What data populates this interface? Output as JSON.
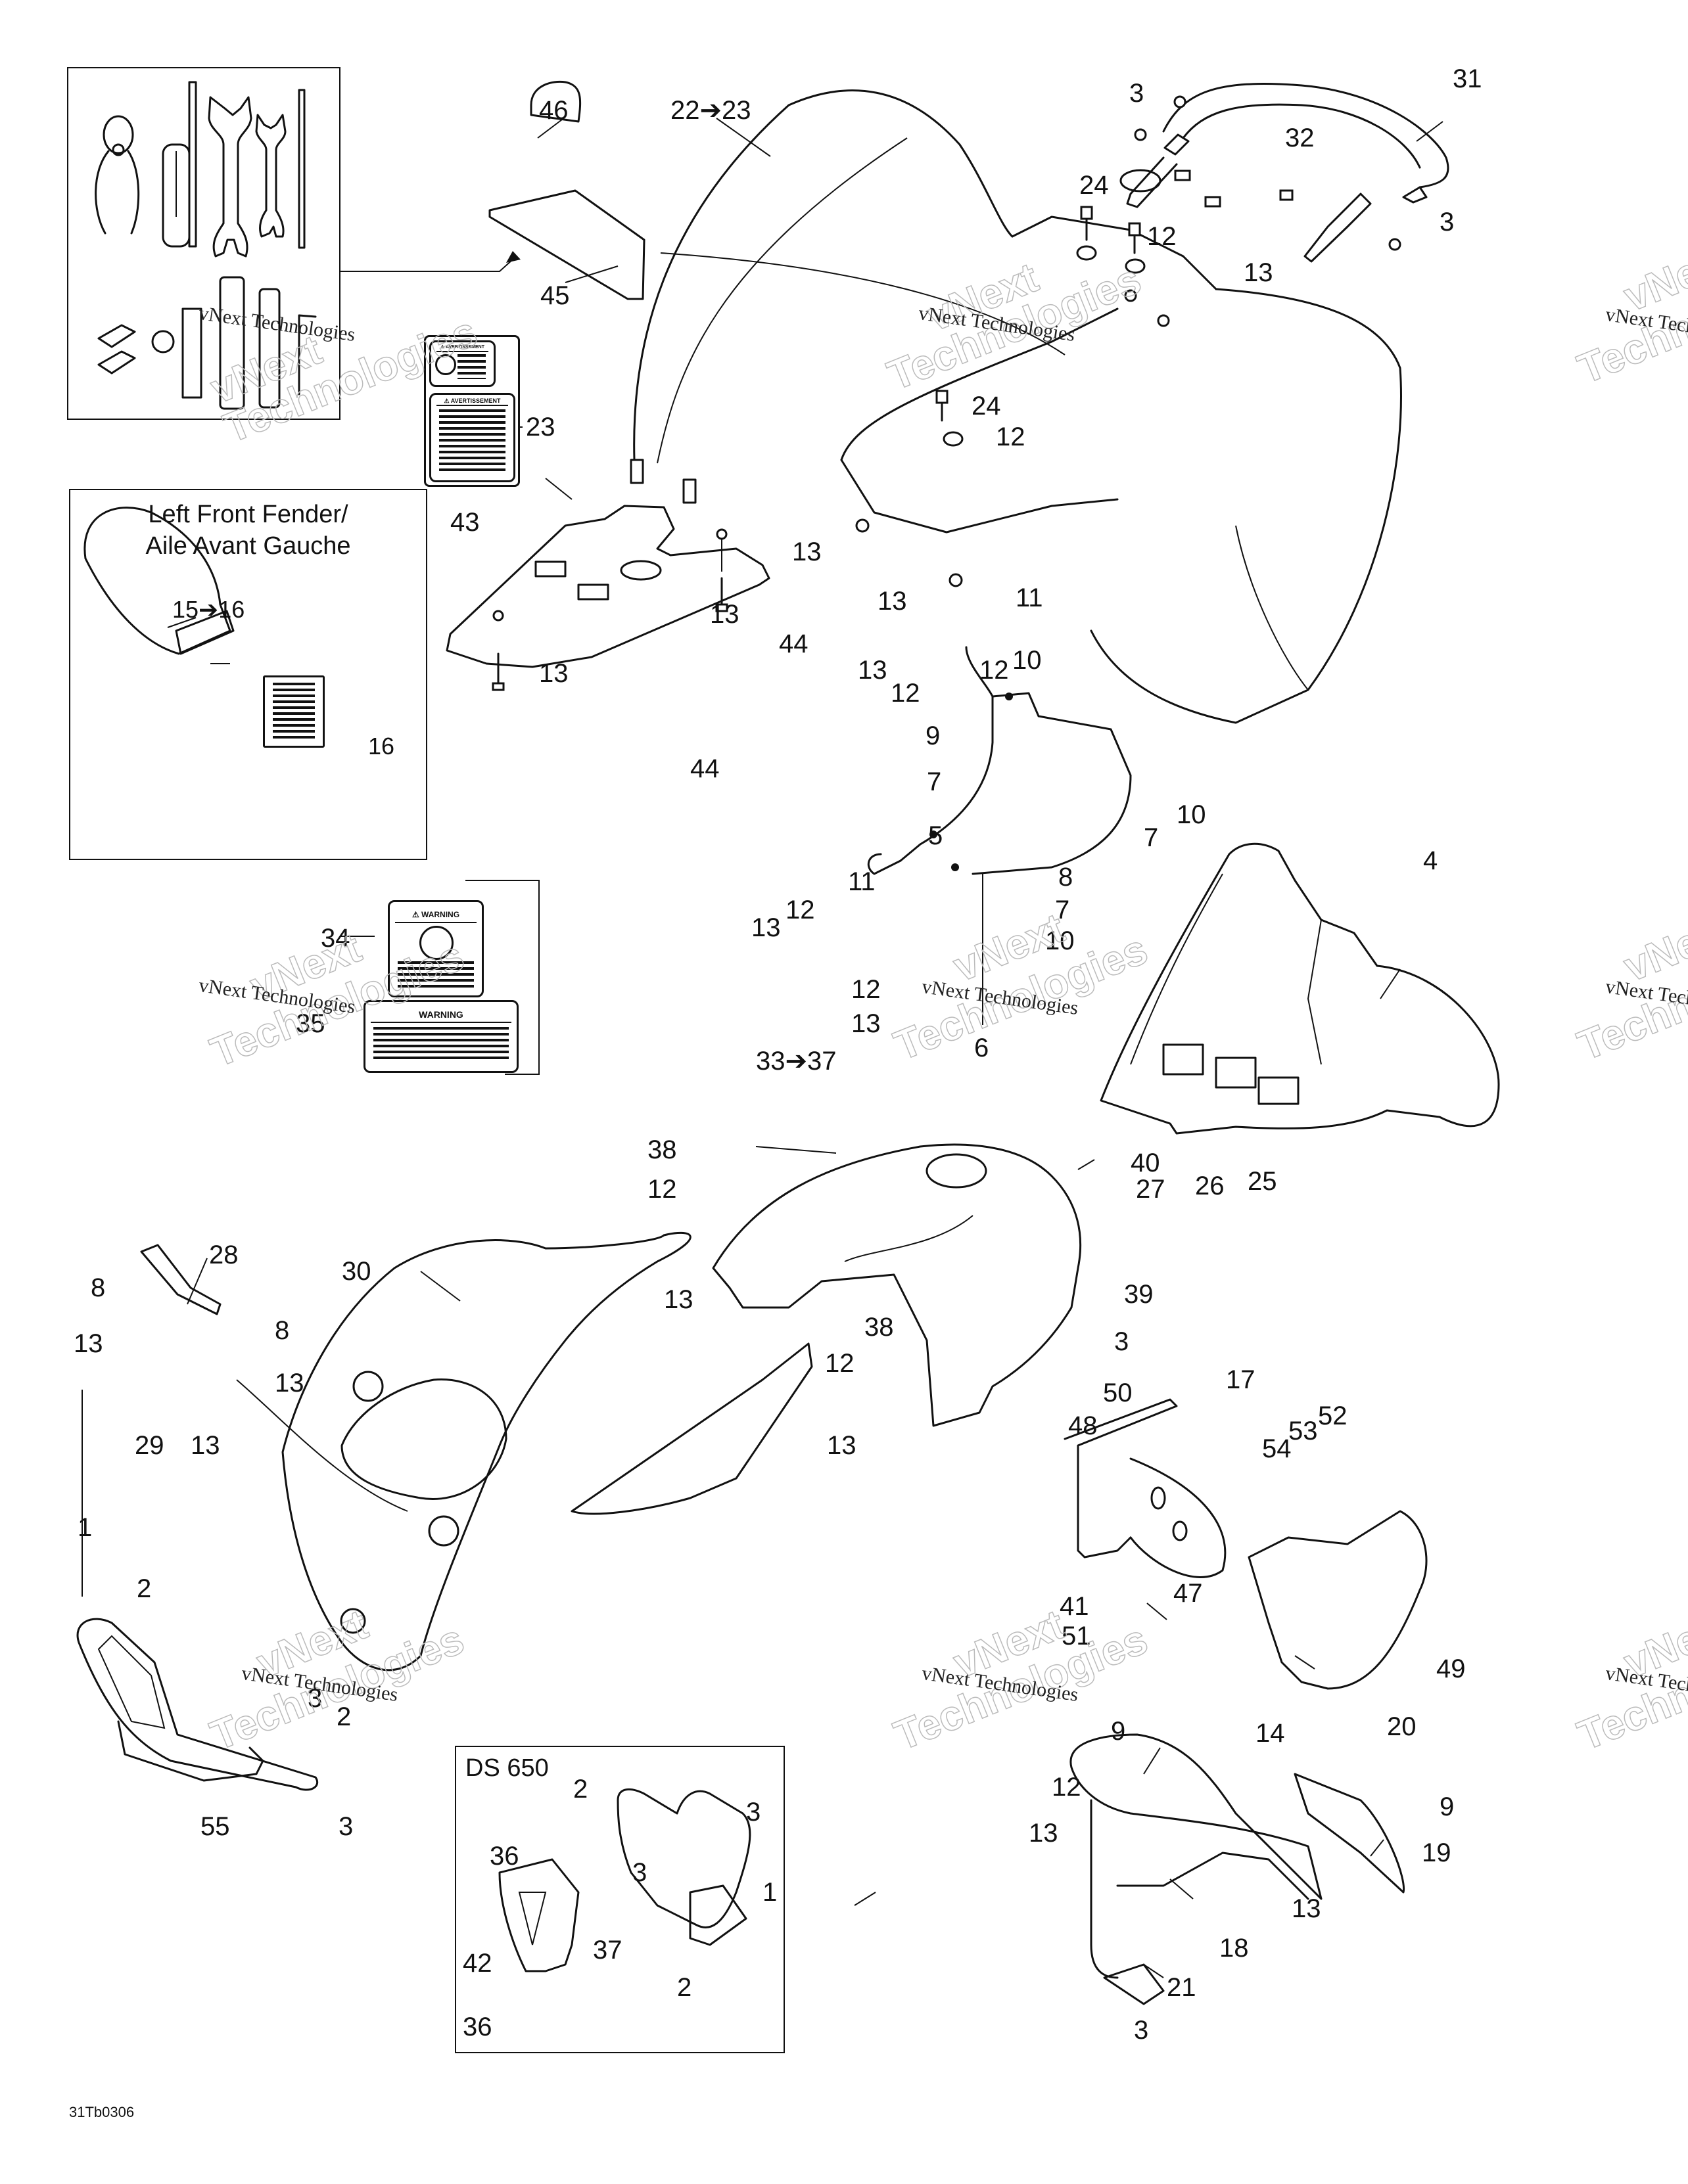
{
  "diagram": {
    "type": "exploded-parts-diagram",
    "subject": "ATV body panels, fenders, bumpers and racks",
    "figure_code": "31Tb0306",
    "watermark_small": "vNext Technologies",
    "watermark_large_1": "vNext",
    "watermark_large_2": "Technologies"
  },
  "insets": {
    "tool_kit": {
      "callouts": [
        "45",
        "46"
      ]
    },
    "left_front_fender": {
      "title_line1": "Left Front Fender/",
      "title_line2": "Aile Avant Gauche",
      "callouts": [
        "15➔16",
        "16"
      ]
    },
    "labels_34_35": {
      "callouts": [
        "34",
        "35"
      ],
      "decal_34_header": "⚠ WARNING",
      "decal_35_header": "WARNING"
    },
    "ds650": {
      "title": "DS 650",
      "callouts": [
        "2",
        "3",
        "36",
        "3",
        "1",
        "42",
        "37",
        "2",
        "36"
      ]
    }
  },
  "decal_23_header": "⚠ AVERTISSEMENT",
  "callouts": [
    {
      "id": "c46",
      "label": "46"
    },
    {
      "id": "c22",
      "label": "22➔23"
    },
    {
      "id": "c45",
      "label": "45"
    },
    {
      "id": "c23",
      "label": "23"
    },
    {
      "id": "c3a",
      "label": "3"
    },
    {
      "id": "c31",
      "label": "31"
    },
    {
      "id": "c32",
      "label": "32"
    },
    {
      "id": "c24a",
      "label": "24"
    },
    {
      "id": "c12a",
      "label": "12"
    },
    {
      "id": "c3b",
      "label": "3"
    },
    {
      "id": "c13a",
      "label": "13"
    },
    {
      "id": "c24b",
      "label": "24"
    },
    {
      "id": "c12b",
      "label": "12"
    },
    {
      "id": "c43",
      "label": "43"
    },
    {
      "id": "c13b",
      "label": "13"
    },
    {
      "id": "c13c",
      "label": "13"
    },
    {
      "id": "c13d",
      "label": "13"
    },
    {
      "id": "c13e",
      "label": "13"
    },
    {
      "id": "c44a",
      "label": "44"
    },
    {
      "id": "c44b",
      "label": "44"
    },
    {
      "id": "c11a",
      "label": "11"
    },
    {
      "id": "c13f",
      "label": "13"
    },
    {
      "id": "c12c",
      "label": "12"
    },
    {
      "id": "c10a",
      "label": "10"
    },
    {
      "id": "c12d",
      "label": "12"
    },
    {
      "id": "c9a",
      "label": "9"
    },
    {
      "id": "c7a",
      "label": "7"
    },
    {
      "id": "c10b",
      "label": "10"
    },
    {
      "id": "c7b",
      "label": "7"
    },
    {
      "id": "c5",
      "label": "5"
    },
    {
      "id": "c8a",
      "label": "8"
    },
    {
      "id": "c11b",
      "label": "11"
    },
    {
      "id": "c12e",
      "label": "12"
    },
    {
      "id": "c7c",
      "label": "7"
    },
    {
      "id": "c13g",
      "label": "13"
    },
    {
      "id": "c10c",
      "label": "10"
    },
    {
      "id": "c12f",
      "label": "12"
    },
    {
      "id": "c13h",
      "label": "13"
    },
    {
      "id": "c6",
      "label": "6"
    },
    {
      "id": "c4",
      "label": "4"
    },
    {
      "id": "c33",
      "label": "33➔37"
    },
    {
      "id": "c38a",
      "label": "38"
    },
    {
      "id": "c12g",
      "label": "12"
    },
    {
      "id": "c40",
      "label": "40"
    },
    {
      "id": "c27",
      "label": "27"
    },
    {
      "id": "c26",
      "label": "26"
    },
    {
      "id": "c25",
      "label": "25"
    },
    {
      "id": "c28",
      "label": "28"
    },
    {
      "id": "c30",
      "label": "30"
    },
    {
      "id": "c8b",
      "label": "8"
    },
    {
      "id": "c8c",
      "label": "8"
    },
    {
      "id": "c13i",
      "label": "13"
    },
    {
      "id": "c13j",
      "label": "13"
    },
    {
      "id": "c13k",
      "label": "13"
    },
    {
      "id": "c29",
      "label": "29"
    },
    {
      "id": "c13l",
      "label": "13"
    },
    {
      "id": "c38b",
      "label": "38"
    },
    {
      "id": "c12h",
      "label": "12"
    },
    {
      "id": "c39",
      "label": "39"
    },
    {
      "id": "c3c",
      "label": "3"
    },
    {
      "id": "c13m",
      "label": "13"
    },
    {
      "id": "c50",
      "label": "50"
    },
    {
      "id": "c17",
      "label": "17"
    },
    {
      "id": "c48",
      "label": "48"
    },
    {
      "id": "c52",
      "label": "52"
    },
    {
      "id": "c53",
      "label": "53"
    },
    {
      "id": "c54",
      "label": "54"
    },
    {
      "id": "c1a",
      "label": "1"
    },
    {
      "id": "c2a",
      "label": "2"
    },
    {
      "id": "c41",
      "label": "41"
    },
    {
      "id": "c47",
      "label": "47"
    },
    {
      "id": "c51",
      "label": "51"
    },
    {
      "id": "c49",
      "label": "49"
    },
    {
      "id": "c3d",
      "label": "3"
    },
    {
      "id": "c2b",
      "label": "2"
    },
    {
      "id": "c55",
      "label": "55"
    },
    {
      "id": "c3e",
      "label": "3"
    },
    {
      "id": "c9b",
      "label": "9"
    },
    {
      "id": "c14",
      "label": "14"
    },
    {
      "id": "c20",
      "label": "20"
    },
    {
      "id": "c12i",
      "label": "12"
    },
    {
      "id": "c9c",
      "label": "9"
    },
    {
      "id": "c13n",
      "label": "13"
    },
    {
      "id": "c19",
      "label": "19"
    },
    {
      "id": "c13o",
      "label": "13"
    },
    {
      "id": "c18",
      "label": "18"
    },
    {
      "id": "c21",
      "label": "21"
    },
    {
      "id": "c3f",
      "label": "3"
    }
  ]
}
